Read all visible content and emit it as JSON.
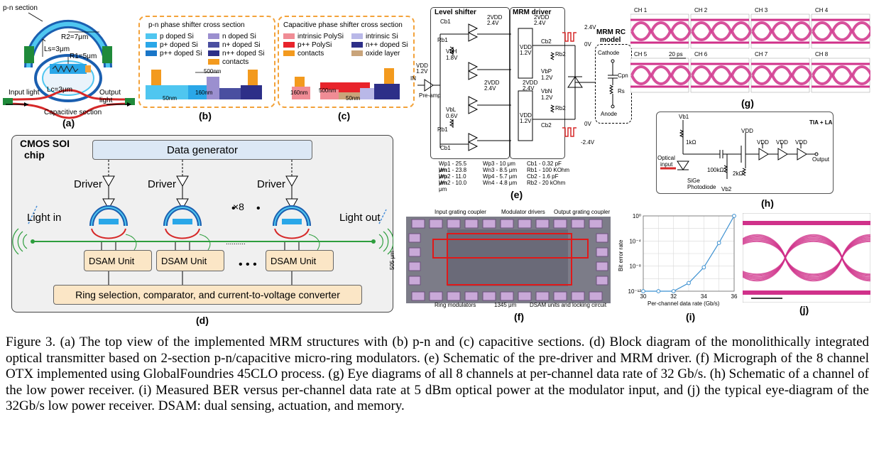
{
  "panel_a": {
    "label": "(a)",
    "pn_section": "p-n section",
    "r2": "R2=7μm",
    "ls": "Ls=3μm",
    "r1": "R1=5μm",
    "lc": "Lc=3μm",
    "input_light": "Input light",
    "output_light": "Output light",
    "capacitive_section": "Capacitive section"
  },
  "panel_b": {
    "label": "(b)",
    "title": "p-n phase shifter cross section",
    "legend": [
      "p doped Si",
      "n doped Si",
      "p+ doped Si",
      "n+ doped Si",
      "p++ doped Si",
      "n++ doped Si",
      "contacts"
    ],
    "dim_500": "500nm",
    "dim_160": "160nm",
    "dim_50": "50nm"
  },
  "panel_c": {
    "label": "(c)",
    "title": "Capacitive phase shifter cross section",
    "legend": [
      "intrinsic PolySi",
      "intrinsic Si",
      "p++ PolySi",
      "n++ doped Si",
      "contacts",
      "oxide layer"
    ],
    "dim_160": "160nm",
    "dim_500": "500nm",
    "dim_50": "50nm"
  },
  "panel_d": {
    "label": "(d)",
    "chip_title_1": "CMOS SOI",
    "chip_title_2": "chip",
    "data_generator": "Data generator",
    "driver": "Driver",
    "times8": "×8",
    "light_in": "Light in",
    "light_out": "Light out",
    "dsam_unit": "DSAM Unit",
    "ring_selection": "Ring selection, comparator, and current-to-voltage converter"
  },
  "panel_e": {
    "label": "(e)",
    "level_shifter": "Level shifter",
    "mrm_driver": "MRM driver",
    "mrm_rc_model_1": "MRM RC",
    "mrm_rc_model_2": "model",
    "cathode": "Cathode",
    "anode": "Anode",
    "v_pos": "2.4V",
    "v_zero_1": "0V",
    "v_zero_2": "0V",
    "v_neg": "-2.4V",
    "vdd_in": "VDD",
    "vdd_in_val": "1.2V",
    "in_label": "IN",
    "pre_amp": "Pre-amp",
    "vbh": "VbH",
    "vbh_val": "1.8V",
    "vbl": "VbL",
    "vbl_val": "0.6V",
    "vbp": "VbP",
    "vbp_val": "1.2V",
    "vbn": "VbN",
    "vbn_val": "1.2V",
    "cb1": "Cb1",
    "rb1": "Rb1",
    "cb2": "Cb2",
    "rb2": "Rb2",
    "cpn": "Cpn",
    "rs": "Rs",
    "supply_2vdd": "2VDD",
    "supply_24": "2.4V",
    "supply_vdd": "VDD",
    "supply_12": "1.2V",
    "specs": [
      [
        "Wp1 - 25.5 μm",
        "Wp3 - 10 μm",
        "Cb1 - 0.32 pF"
      ],
      [
        "Wn1 - 23.8 μm",
        "Wn3 - 8.5 μm",
        "Rb1 - 100 KOhm"
      ],
      [
        "Wp2 - 11.0 μm",
        "Wp4 - 5.7 μm",
        "Cb2 - 1.6 pF"
      ],
      [
        "Wn2 - 10.0 μm",
        "Wn4 - 4.8 μm",
        "Rb2 - 20 kOhm"
      ]
    ]
  },
  "panel_f": {
    "label": "(f)",
    "input_coupler": "Input grating coupler",
    "modulator_drivers": "Modulator drivers",
    "output_coupler": "Output grating coupler",
    "ring_modulators": "Ring modulators",
    "width": "1345 μm",
    "dsam_locking": "DSAM units and locking circuit",
    "height": "505 μm"
  },
  "panel_g": {
    "label": "(g)",
    "channels": [
      "CH 1",
      "CH 2",
      "CH 3",
      "CH 4",
      "CH 5",
      "CH 6",
      "CH 7",
      "CH 8"
    ],
    "timescale": "20 ps"
  },
  "panel_h": {
    "label": "(h)",
    "title": "TIA + LA",
    "vb1": "Vb1",
    "r1k": "1kΩ",
    "vdd": "VDD",
    "optical_input_1": "Optical",
    "optical_input_2": "input",
    "r100k": "100kΩ",
    "r2k": "2kΩ",
    "vb2": "Vb2",
    "photodiode_1": "SiGe",
    "photodiode_2": "Photodiode",
    "output": "Output"
  },
  "panel_i": {
    "label": "(i)"
  },
  "panel_j": {
    "label": "(j)"
  },
  "chart_data": {
    "type": "line",
    "xlabel": "Per-channel data rate (Gb/s)",
    "ylabel": "Bit error rate",
    "xlim": [
      30,
      36
    ],
    "ylim_exp": [
      -12,
      0
    ],
    "x_ticks": [
      "30",
      "32",
      "34",
      "36"
    ],
    "y_ticks": [
      "10⁰",
      "10⁻⁴",
      "10⁻⁸",
      "10⁻¹²"
    ],
    "grid": true,
    "series": [
      {
        "x": [
          30,
          31,
          32,
          33,
          34,
          35,
          36
        ],
        "log10_y": [
          -12,
          -12,
          -12,
          -10.7,
          -8.2,
          -4.3,
          0
        ],
        "color": "#3a8fd0"
      }
    ]
  },
  "caption": "Figure 3. (a) The top view of the implemented MRM structures with (b) p-n and (c) capacitive sections. (d) Block diagram of the monolithically integrated optical transmitter based on 2-section p-n/capacitive micro-ring modulators. (e) Schematic of the pre-driver and MRM driver. (f) Micrograph of the 8 channel OTX implemented using GlobalFoundries 45CLO process. (g) Eye diagrams of all 8 channels at per-channel data rate of 32 Gb/s. (h) Schematic of a channel of the low power receiver. (i) Measured BER versus per-channel data rate at 5 dBm optical power at the modulator input, and (j) the typical eye-diagram of the 32Gb/s low power receiver. DSAM: dual sensing, actuation, and memory.",
  "colors": {
    "p_doped": "#4fc6f0",
    "n_doped": "#9b8fcf",
    "pp_doped": "#2aa7e8",
    "np_doped": "#4a4fa0",
    "ppp_doped": "#1976c8",
    "npp_doped": "#2d2f88",
    "contacts": "#f39a1e",
    "intrinsic_poly": "#f08c95",
    "intrinsic_si": "#b9b8e8",
    "ppp_poly": "#e8232b",
    "oxide": "#c9a47a",
    "eye_magenta": "#d0318a",
    "waveguide_red": "#d62828",
    "ring_blue": "#1b5fb0"
  }
}
